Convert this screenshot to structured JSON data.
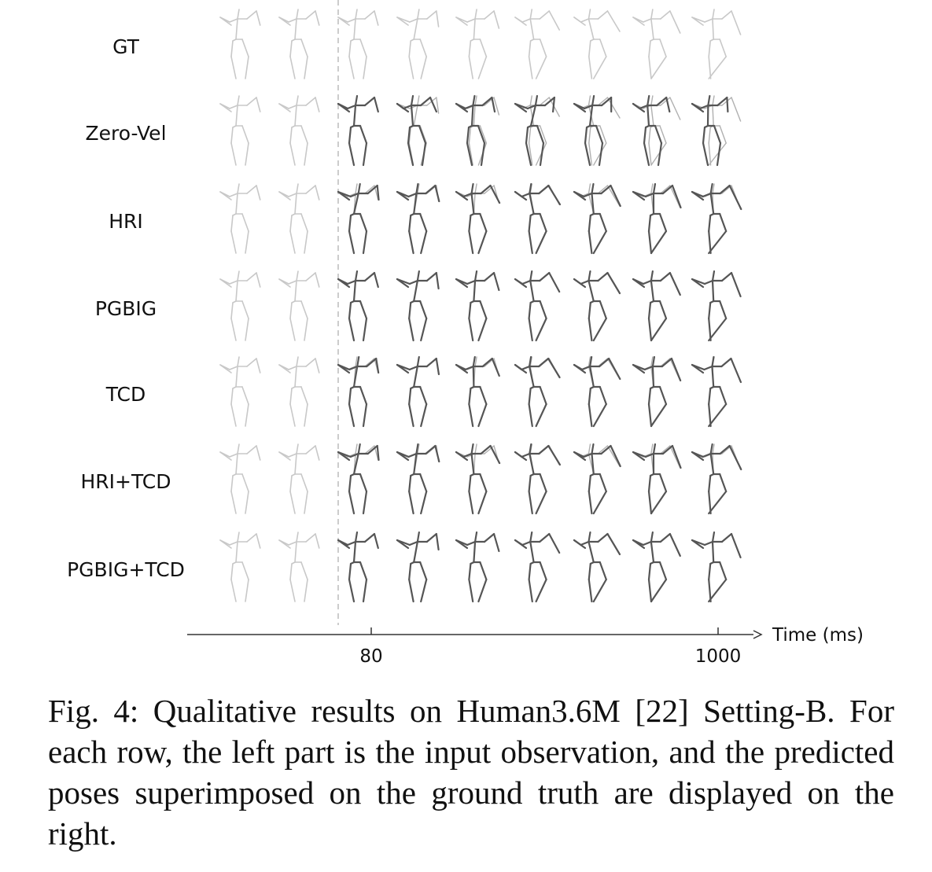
{
  "rows": [
    {
      "label": "GT",
      "variant": 0
    },
    {
      "label": "Zero-Vel",
      "variant": 1
    },
    {
      "label": "HRI",
      "variant": 2
    },
    {
      "label": "PGBIG",
      "variant": 3
    },
    {
      "label": "TCD",
      "variant": 4
    },
    {
      "label": "HRI+TCD",
      "variant": 5
    },
    {
      "label": "PGBIG+TCD",
      "variant": 6
    }
  ],
  "input_frames": 2,
  "predicted_frames": 7,
  "axis": {
    "label": "Time (ms)",
    "ticks": [
      "80",
      "1000"
    ]
  },
  "colors": {
    "input_pose": "#c8c8c8",
    "prediction_pose": "#555555",
    "ground_truth_overlay": "#b0b0b0",
    "divider": "#bbbbbb"
  },
  "caption": "Fig. 4: Qualitative results on Human3.6M [22] Setting-B. For each row, the left part is the input observation, and the predicted poses superimposed on the ground truth are displayed on the right."
}
